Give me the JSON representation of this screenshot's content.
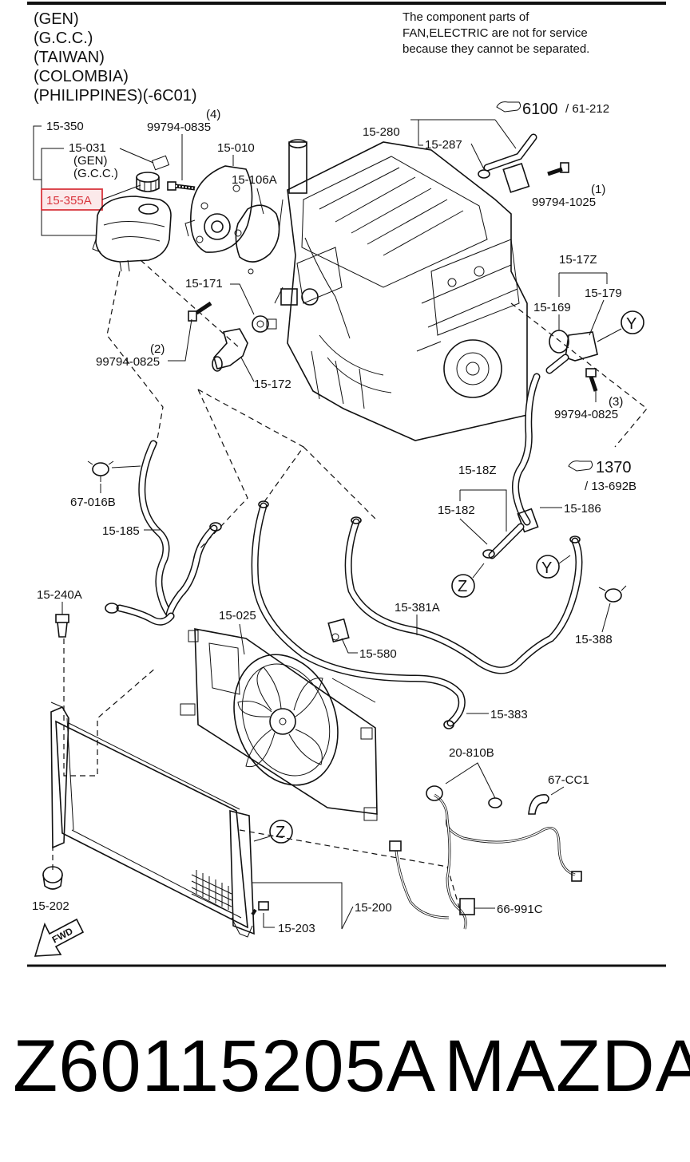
{
  "header": {
    "markets": [
      "(GEN)",
      "(G.C.C.)",
      "(TAIWAN)",
      "(COLOMBIA)",
      "(PHILIPPINES)(-6C01)"
    ],
    "note_lines": [
      "The component parts of",
      "FAN,ELECTRIC are not for service",
      "because they cannot be separated."
    ]
  },
  "callouts": {
    "ref_6100": "6100",
    "ref_61_212": "/ 61-212",
    "ref_1370": "1370",
    "ref_13_692b": "/ 13-692B",
    "fwd": "FWD",
    "y": "Y",
    "z": "Z"
  },
  "labels": {
    "p15_350": "15-350",
    "p15_031": "15-031",
    "gen": "(GEN)",
    "gcc": "(G.C.C.)",
    "p15_355a": "15-355A",
    "qty4": "(4)",
    "p99794_0835": "99794-0835",
    "p15_010": "15-010",
    "p15_106a": "15-106A",
    "p15_280": "15-280",
    "p15_287": "15-287",
    "qty1": "(1)",
    "p99794_1025": "99794-1025",
    "p15_171": "15-171",
    "qty2": "(2)",
    "p99794_0825a": "99794-0825",
    "p15_172": "15-172",
    "p15_17z": "15-17Z",
    "p15_169": "15-169",
    "p15_179": "15-179",
    "qty3": "(3)",
    "p99794_0825b": "99794-0825",
    "p67_016b": "67-016B",
    "p15_185": "15-185",
    "p15_18z": "15-18Z",
    "p15_182": "15-182",
    "p15_186": "15-186",
    "p15_240a": "15-240A",
    "p15_025": "15-025",
    "p15_381a": "15-381A",
    "p15_580": "15-580",
    "p15_388": "15-388",
    "p15_383": "15-383",
    "p20_810b": "20-810B",
    "p67_cc1": "67-CC1",
    "p15_202": "15-202",
    "p15_200": "15-200",
    "p15_203": "15-203",
    "p66_991c": "66-991C"
  },
  "highlight": {
    "part": "15-355A",
    "color": "#d9363e"
  },
  "footer": {
    "part_number": "Z60115205A",
    "brand": "MAZDA"
  }
}
